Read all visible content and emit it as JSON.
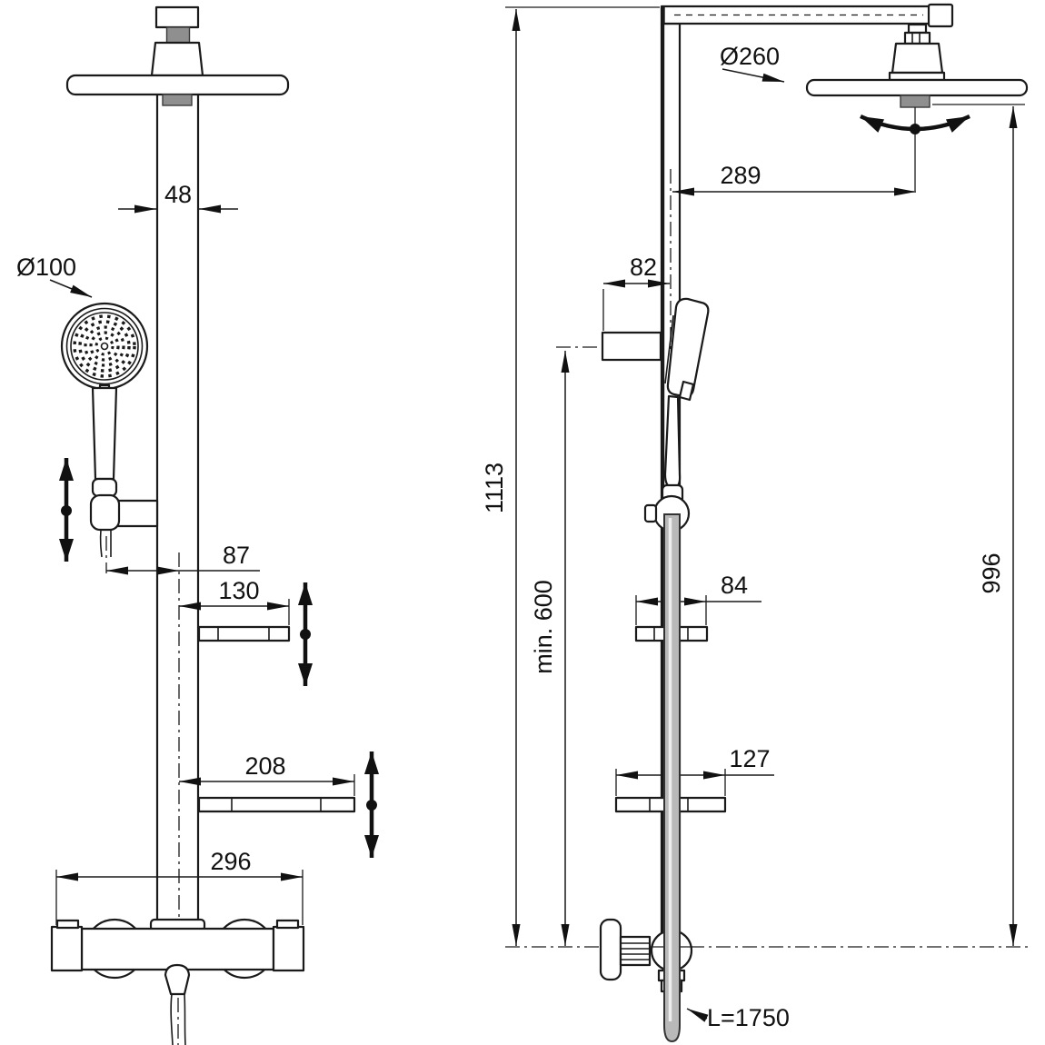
{
  "drawing": {
    "type": "shower-system-dimension-drawing",
    "views": {
      "front": "front-view",
      "side": "side-view"
    }
  },
  "front": {
    "arm_width": "48",
    "handset_diameter": "Ø100",
    "handset_offset": "87",
    "upper_shelf_width": "130",
    "lower_shelf_width": "208",
    "valve_width": "296"
  },
  "side": {
    "head_diameter": "Ø260",
    "head_offset": "289",
    "bracket_depth": "82",
    "column_height": "1113",
    "min_mounting_height": "min. 600",
    "upper_shelf_depth": "84",
    "lower_shelf_depth": "127",
    "head_mount_height": "996",
    "hose_length": "L=1750"
  },
  "colors": {
    "line": "#1a1a1a",
    "shade": "#8f8f8f",
    "hose_fill": "#b9b9b9",
    "background": "#ffffff"
  }
}
